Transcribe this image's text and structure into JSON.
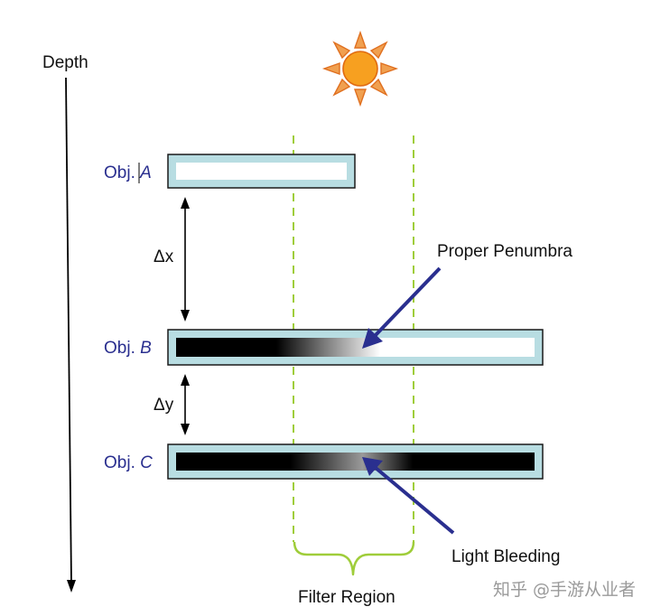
{
  "depth_label": "Depth",
  "objects": [
    {
      "prefix": "Obj. ",
      "name": "A"
    },
    {
      "prefix": "Obj. ",
      "name": "B"
    },
    {
      "prefix": "Obj. ",
      "name": "C"
    }
  ],
  "distances": {
    "dx": "Δx",
    "dy": "Δy"
  },
  "annotations": {
    "proper_penumbra": "Proper Penumbra",
    "light_bleeding": "Light Bleeding",
    "filter_region": "Filter Region"
  },
  "watermark": "知乎 @手游从业者",
  "colors": {
    "object_border": "#1a1a1a",
    "object_fill": "#b8dde2",
    "shadow": "#000000",
    "filter_line": "#9fcd3a",
    "arrow": "#2a2f8f",
    "sun_body": "#f7a020",
    "sun_ray": "#f0a050"
  },
  "icons": [
    "sun-icon"
  ]
}
